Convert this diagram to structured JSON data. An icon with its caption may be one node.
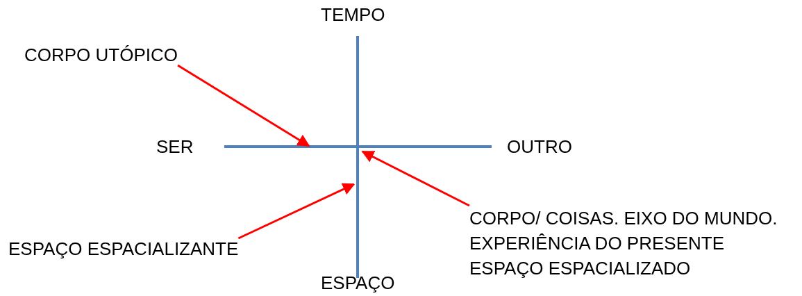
{
  "diagram": {
    "nodes": [
      {
        "text": [
          "CORPO UTÓPICO"
        ]
      },
      {
        "text": [
          "ESPAÇO ESPACIALIZANTE"
        ]
      },
      {
        "text": [
          "CORPO/ COISAS. EIXO DO MUNDO.",
          "EXPERIÊNCIA DO PRESENTE",
          "ESPAÇO ESPACIALIZADO"
        ]
      }
    ],
    "edges": [
      {
        "from": 0,
        "to": null,
        "arrow": "to"
      },
      {
        "from": 1,
        "to": null,
        "arrow": "to"
      },
      {
        "from": 2,
        "to": null,
        "arrow": "to"
      }
    ],
    "labels": [
      "TEMPO",
      "SER",
      "OUTRO",
      "ESPAÇO"
    ]
  }
}
